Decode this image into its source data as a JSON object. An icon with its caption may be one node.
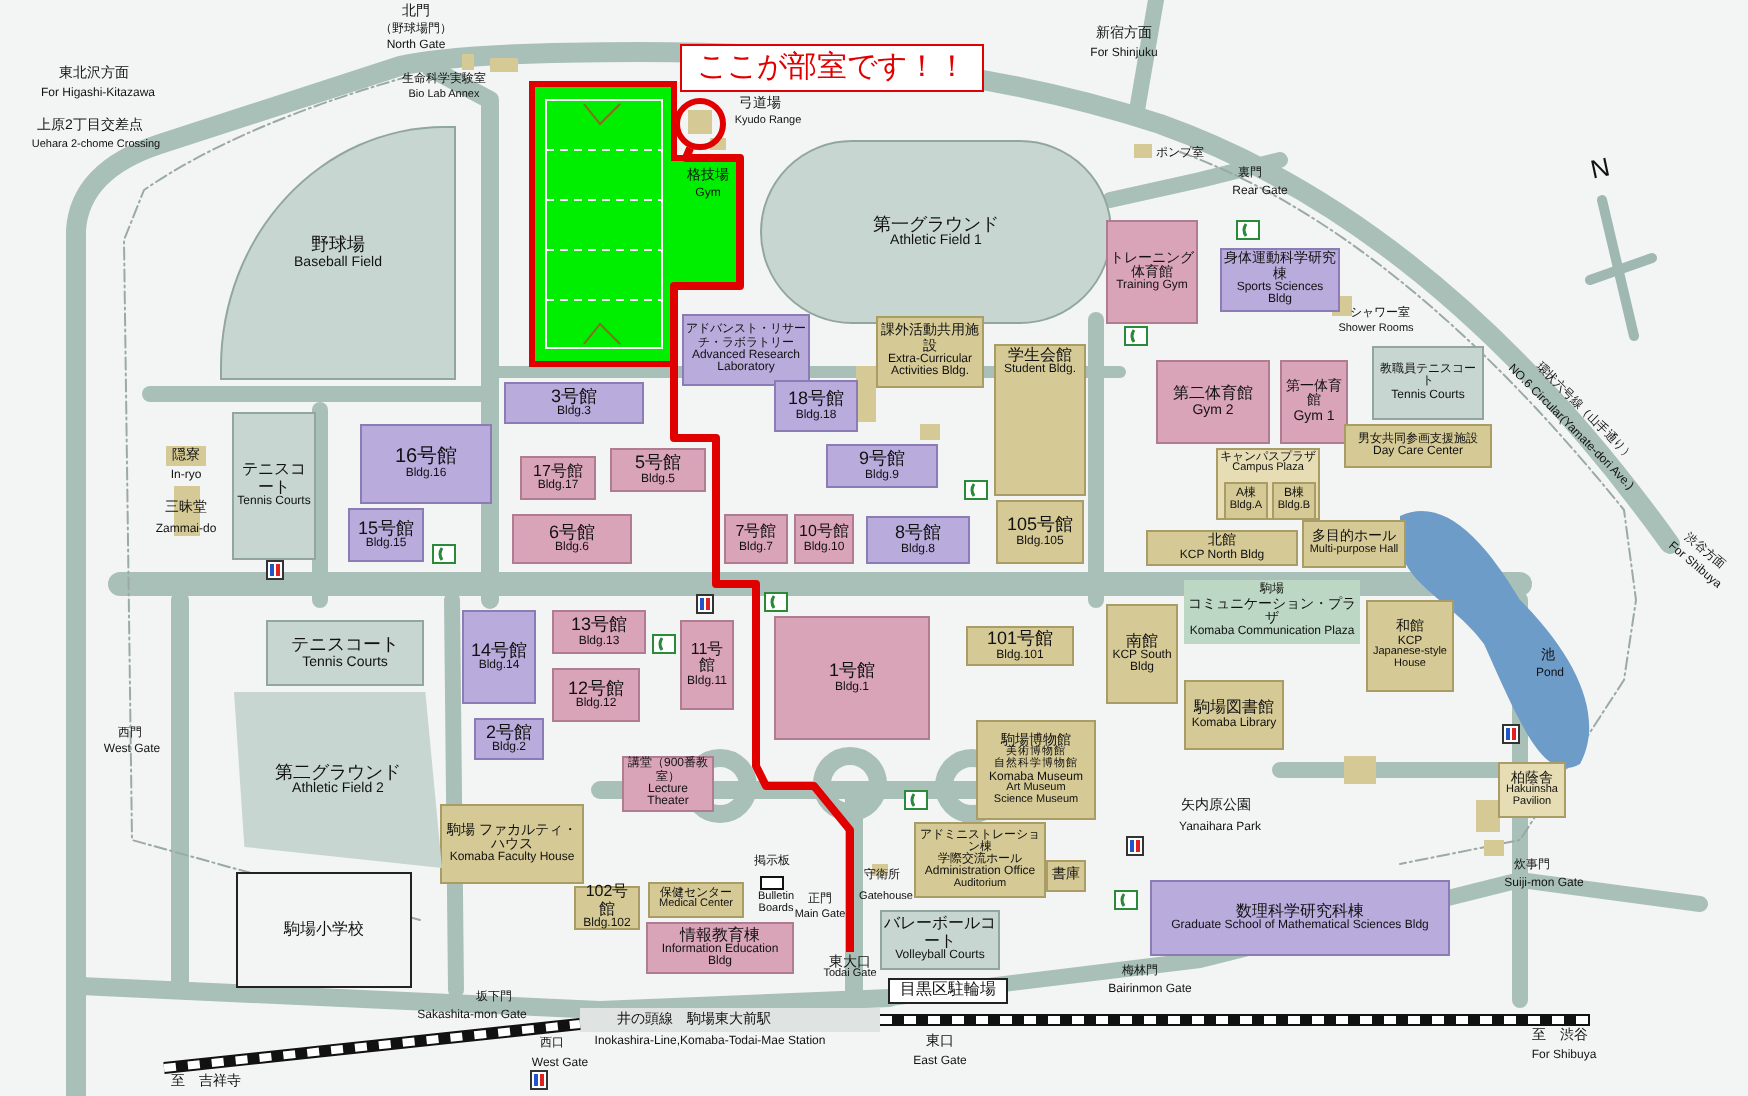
{
  "diagram": {
    "nodes": [
      {
        "text": [
          "ここが部室です！！"
        ]
      },
      {
        "text": [],
        "shape": "circle"
      },
      {
        "text": [
          "第一グラウンド",
          "Athletic Field 1"
        ]
      },
      {
        "text": [
          "野球場",
          "Baseball Field"
        ]
      },
      {
        "text": [
          "テニスコート",
          "Tennis Courts"
        ]
      },
      {
        "text": [
          "16号館",
          "Bldg.16"
        ]
      },
      {
        "text": [
          "15号館",
          "Bldg.15"
        ]
      },
      {
        "text": [
          "3号館",
          "Bldg.3"
        ]
      },
      {
        "text": [
          "17号館",
          "Bldg.17"
        ]
      },
      {
        "text": [
          "5号館",
          "Bldg.5"
        ]
      },
      {
        "text": [
          "6号館",
          "Bldg.6"
        ]
      },
      {
        "text": [
          "アドバンスト・リサーチ・ラボラトリー",
          "Advanced Research Laboratory"
        ]
      },
      {
        "text": [
          "課外活動共用施設",
          "Extra-Curricular Activities Bldg."
        ]
      },
      {
        "text": [
          "学生会館",
          "Student Bldg."
        ]
      },
      {
        "text": [
          "18号館",
          "Bldg.18"
        ]
      },
      {
        "text": [
          "9号館",
          "Bldg.9"
        ]
      },
      {
        "text": [
          "7号館",
          "Bldg.7"
        ]
      },
      {
        "text": [
          "10号館",
          "Bldg.10"
        ]
      },
      {
        "text": [
          "8号館",
          "Bldg.8"
        ]
      },
      {
        "text": [
          "105号館",
          "Bldg.105"
        ]
      },
      {
        "text": [
          "トレーニング体育館",
          "Training Gym"
        ]
      },
      {
        "text": [
          "身体運動科学研究棟",
          "Sports Sciences Bldg"
        ]
      },
      {
        "text": [
          "第二体育館",
          "Gym 2"
        ]
      },
      {
        "text": [
          "第一体育館",
          "Gym 1"
        ]
      },
      {
        "text": [
          "教職員テニスコート",
          "Tennis Courts"
        ]
      },
      {
        "text": [
          "男女共同参画支援施設",
          "Day Care Center"
        ]
      },
      {
        "text": [
          "キャンパスプラザ",
          "Campus Plaza"
        ]
      },
      {
        "text": [
          "A棟",
          "Bldg.A"
        ],
        "in": 26
      },
      {
        "text": [
          "B棟",
          "Bldg.B"
        ],
        "in": 26
      },
      {
        "text": [
          "北館",
          "KCP North Bldg"
        ]
      },
      {
        "text": [
          "多目的ホール",
          "Multi-purpose Hall"
        ]
      },
      {
        "text": [
          "駒場",
          "コミュニケーション・プラザ",
          "Komaba Communication Plaza"
        ]
      },
      {
        "text": [
          "和館",
          "KCP",
          "Japanese-style House"
        ]
      },
      {
        "text": [
          "南館",
          "KCP South Bldg"
        ]
      },
      {
        "text": [
          "駒場図書館",
          "Komaba Library"
        ]
      },
      {
        "text": [
          "101号館",
          "Bldg.101"
        ]
      },
      {
        "text": [
          "1号館",
          "Bldg.1"
        ]
      },
      {
        "text": [
          "11号館",
          "Bldg.11"
        ]
      },
      {
        "text": [
          "14号館",
          "Bldg.14"
        ]
      },
      {
        "text": [
          "13号館",
          "Bldg.13"
        ]
      },
      {
        "text": [
          "12号館",
          "Bldg.12"
        ]
      },
      {
        "text": [
          "2号館",
          "Bldg.2"
        ]
      },
      {
        "text": [
          "講堂（900番教室）",
          "Lecture Theater"
        ]
      },
      {
        "text": [
          "駒場博物館",
          "美術博物館",
          "自然科学博物館",
          "Komaba Museum",
          "Art Museum",
          "Science Museum"
        ]
      },
      {
        "text": [
          "アドミニストレーション棟",
          "学際交流ホール",
          "Administration Office",
          "Auditorium"
        ]
      },
      {
        "text": [
          "書庫"
        ]
      },
      {
        "text": [
          "保健センター",
          "Medical Center"
        ]
      },
      {
        "text": [
          "情報教育棟",
          "Information Education Bldg"
        ]
      },
      {
        "text": [
          "102号館",
          "Bldg.102"
        ]
      },
      {
        "text": [
          "駒場 ファカルティ・ハウス",
          "Komaba Faculty House"
        ]
      },
      {
        "text": [
          "第二グラウンド",
          "Athletic Field 2"
        ]
      },
      {
        "text": [
          "テニスコート",
          "Tennis Courts"
        ]
      },
      {
        "text": [
          "駒場小学校"
        ]
      },
      {
        "text": [
          "バレーボールコート",
          "Volleyball Courts"
        ]
      },
      {
        "text": [
          "目黒区駐輪場"
        ]
      },
      {
        "text": [
          "数理科学研究科棟",
          "Graduate School of Mathematical Sciences Bldg"
        ]
      },
      {
        "text": [
          "柏蔭舎",
          "Hakuinsha Pavilion"
        ]
      },
      {
        "text": [
          "東大口",
          "Todai Gate"
        ]
      }
    ],
    "edges": [
      {
        "from": 1,
        "to": 57,
        "arrow": "none",
        "color": "#e00000"
      }
    ],
    "labels": [
      "北門",
      "（野球場門）",
      "North Gate",
      "生命科学実験室",
      "Bio Lab Annex",
      "東北沢方面",
      "For Higashi-Kitazawa",
      "上原2丁目交差点",
      "Uehara 2-chome Crossing",
      "新宿方面",
      "For Shinjuku",
      "弓道場",
      "Kyudo Range",
      "格技場",
      "Gym",
      "ポンプ室",
      "裏門",
      "Rear Gate",
      "シャワー室",
      "Shower Rooms",
      "環状六号線（山手通り）",
      "NO.6 Circular(Yamate-dori Ave.)",
      "渋谷方面",
      "For Shibuya",
      "池",
      "Pond",
      "隠寮",
      "In-ryo",
      "三昧堂",
      "Zammai-do",
      "西門",
      "West Gate",
      "坂下門",
      "Sakashita-mon Gate",
      "西口",
      "West Gate",
      "至　吉祥寺",
      "井の頭線　駒場東大前駅",
      "Inokashira-Line,Komaba-Todai-Mae Station",
      "東口",
      "East Gate",
      "梅林門",
      "Bairinmon Gate",
      "炊事門",
      "Suiji-mon Gate",
      "至　渋谷",
      "For Shibuya",
      "正門",
      "Main Gate",
      "守衛所",
      "Gatehouse",
      "掲示板",
      "Bulletin Boards",
      "矢内原公園",
      "Yanaihara Park",
      "N"
    ]
  }
}
